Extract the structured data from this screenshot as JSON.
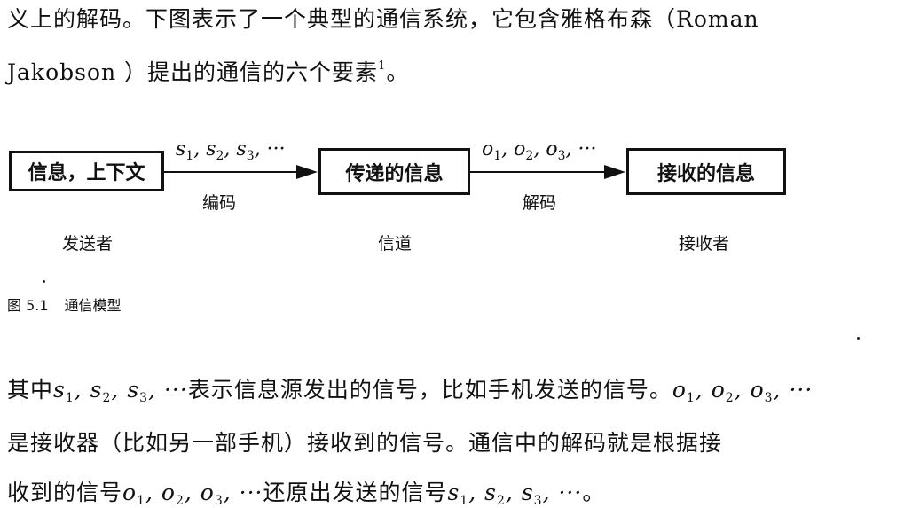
{
  "intro": {
    "line1": "义上的解码。下图表示了一个典型的通信系统，它包含雅格布森（Roman",
    "line2_text": "Jakobson ）提出的通信的六个要素",
    "line2_sup": "1",
    "line2_end": "。"
  },
  "figure": {
    "box_sender": "信息，上下文",
    "box_channel": "传递的信息",
    "box_receiver": "接收的信息",
    "arrow1_signal": "s1, s2, s3, ···",
    "arrow1_label": "编码",
    "arrow2_signal": "o1, o2, o3, ···",
    "arrow2_label": "解码",
    "role_sender": "发送者",
    "role_channel": "信道",
    "role_receiver": "接收者",
    "caption_num": "图 5.1",
    "caption_title": "通信模型"
  },
  "body": {
    "l1_a": "其中",
    "l1_b": "表示信息源发出的信号，比如手机发送的信号。",
    "l2": "是接收器（比如另一部手机）接收到的信号。通信中的解码就是根据接",
    "l3_a": "收到的信号",
    "l3_b": "还原出发送的信号",
    "l3_c": "。"
  }
}
